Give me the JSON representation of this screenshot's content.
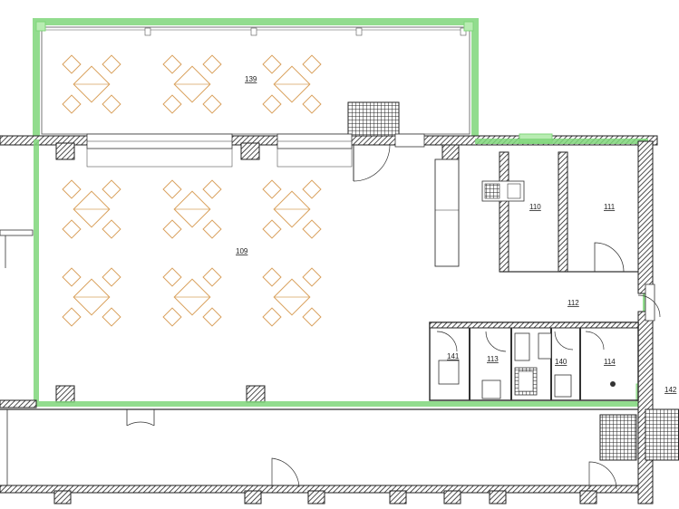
{
  "plan": {
    "rooms": [
      {
        "id": "r139",
        "label": "139"
      },
      {
        "id": "r109",
        "label": "109"
      },
      {
        "id": "r110",
        "label": "110"
      },
      {
        "id": "r111",
        "label": "111"
      },
      {
        "id": "r112",
        "label": "112"
      },
      {
        "id": "r141",
        "label": "141"
      },
      {
        "id": "r113",
        "label": "113"
      },
      {
        "id": "r140",
        "label": "140"
      },
      {
        "id": "r114",
        "label": "114"
      },
      {
        "id": "r142",
        "label": "142"
      }
    ],
    "colors": {
      "highlight": "#7fd67a",
      "highlight_fill": "#b8ecb2",
      "furniture": "#d9a05b",
      "wall": "#1a1a1a",
      "line": "#333333"
    }
  }
}
